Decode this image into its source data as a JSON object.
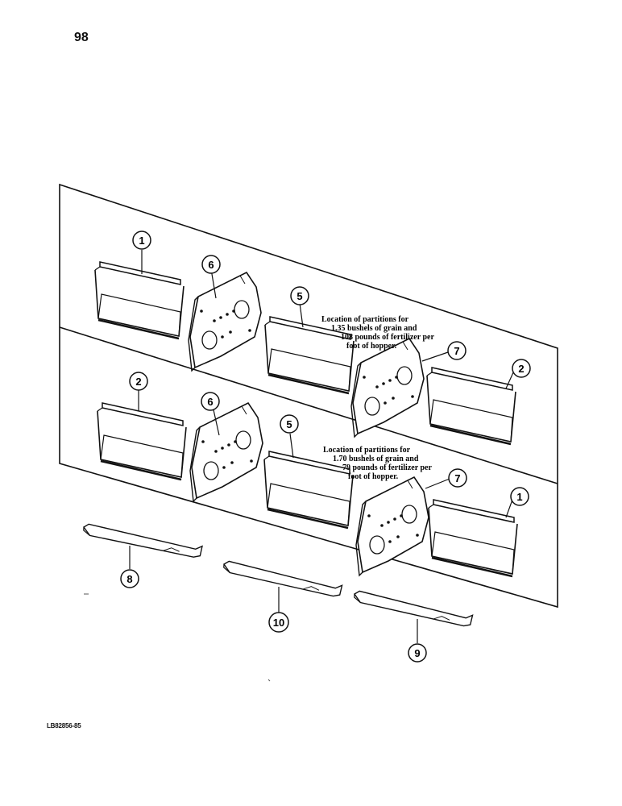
{
  "page": {
    "number": "98",
    "figure_code": "LB82856-85"
  },
  "notes": {
    "upper": {
      "line1": "Location of partitions for",
      "line2": "1.35 bushels of grain and",
      "line3": "108 pounds of fertilizer per",
      "line4": "foot of hopper."
    },
    "lower": {
      "line1": "Location of partitions for",
      "line2": "1.70 bushels of grain and",
      "line3": "79 pounds of fertilizer per",
      "line4": "foot of hopper."
    }
  },
  "callouts": {
    "upper_1": "1",
    "upper_6": "6",
    "upper_5": "5",
    "upper_7": "7",
    "upper_2": "2",
    "lower_2": "2",
    "lower_6": "6",
    "lower_5": "5",
    "lower_7": "7",
    "lower_1": "1",
    "part_8": "8",
    "part_10": "10",
    "part_9": "9"
  }
}
